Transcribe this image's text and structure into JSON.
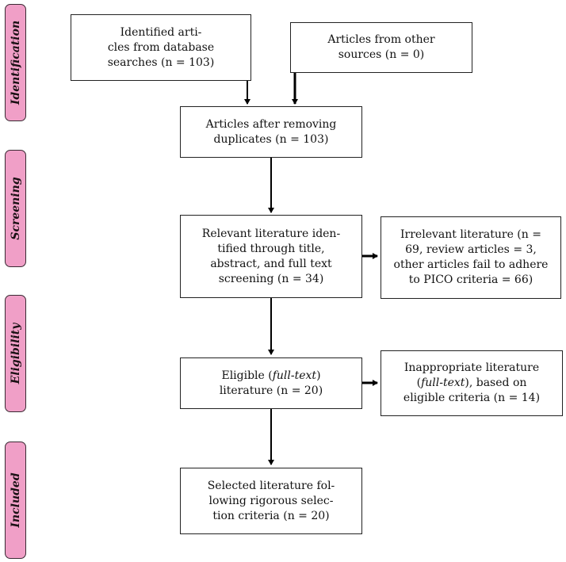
{
  "phases": {
    "identification": "Identification",
    "screening": "Screening",
    "eligibility": "Eligibility",
    "included": "Included"
  },
  "boxes": {
    "db_search": {
      "lines": [
        "Identified arti-",
        "cles from database",
        "searches (n = 103)"
      ]
    },
    "other_sources": {
      "lines": [
        "Articles from other",
        "sources (n = 0)"
      ]
    },
    "after_duplicates": {
      "lines": [
        "Articles after removing",
        "duplicates (n = 103)"
      ]
    },
    "screened": {
      "lines": [
        "Relevant literature iden-",
        "tified through title,",
        "abstract, and full text",
        "screening (n = 34)"
      ]
    },
    "irrelevant": {
      "lines": [
        "Irrelevant literature (n =",
        "69, review articles = 3,",
        "other articles fail to adhere",
        "to PICO criteria = 66)"
      ]
    },
    "eligible": {
      "line1_prefix": "Eligible (",
      "line1_italic": "full-text",
      "line1_suffix": ")",
      "line2": "literature (n = 20)"
    },
    "inappropriate": {
      "line1": "Inappropriate literature",
      "line2_prefix": "(",
      "line2_italic": "full-text",
      "line2_suffix": "), based on",
      "line3": "eligible criteria (n = 14)"
    },
    "selected": {
      "lines": [
        "Selected literature fol-",
        "lowing rigorous selec-",
        "tion criteria (n = 20)"
      ]
    }
  },
  "colors": {
    "phase_tab": "#f09fc7",
    "box_border": "#222222",
    "arrow": "#000000"
  }
}
